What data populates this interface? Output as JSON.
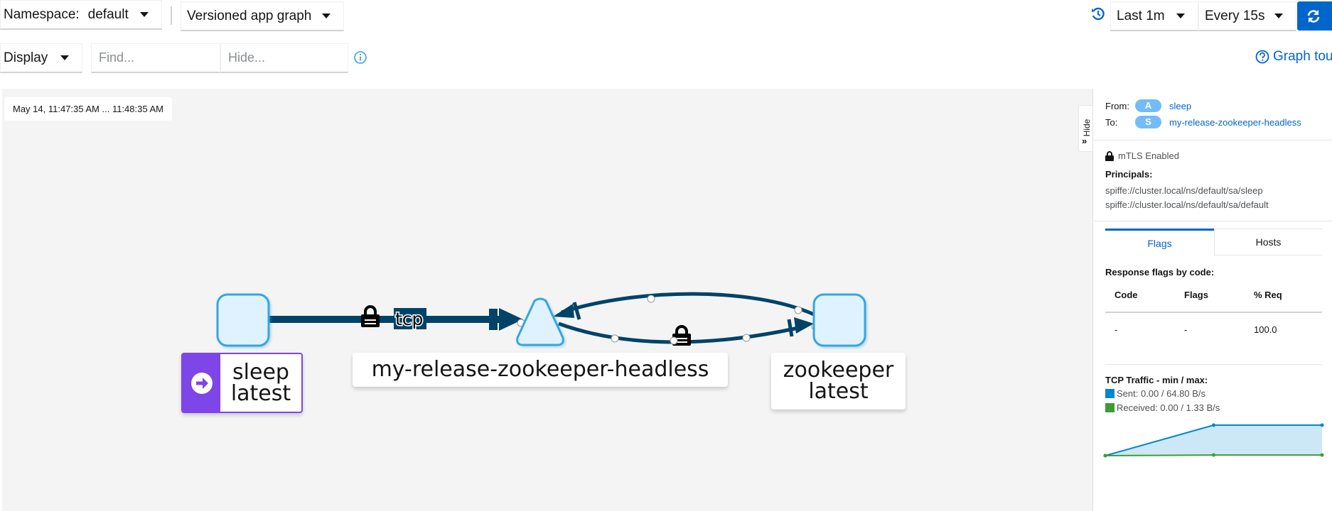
{
  "toolbar": {
    "namespace_label": "Namespace:",
    "namespace_value": "default",
    "graph_type": "Versioned app graph",
    "display_label": "Display",
    "find_placeholder": "Find...",
    "hide_placeholder": "Hide...",
    "duration": "Last 1m",
    "refresh_interval": "Every 15s",
    "graph_tour": "Graph tour"
  },
  "canvas": {
    "timestamp": "May 14, 11:47:35 AM ... 11:48:35 AM",
    "edge_protocol": "tcp",
    "nodes": [
      {
        "id": "sleep",
        "label_line1": "sleep",
        "label_line2": "latest",
        "shape": "square",
        "badge": "app-icon"
      },
      {
        "id": "headless",
        "label_line1": "my-release-zookeeper-headless",
        "shape": "triangle"
      },
      {
        "id": "zookeeper",
        "label_line1": "zookeeper",
        "label_line2": "latest",
        "shape": "square"
      }
    ],
    "colors": {
      "edge": "#004368",
      "node_fill": "#def3ff",
      "node_border": "#39a5dc",
      "app_badge": "#7e45e8"
    }
  },
  "side_panel": {
    "hide_label": "Hide",
    "from_label": "From:",
    "from_badge": "A",
    "from_value": "sleep",
    "to_label": "To:",
    "to_badge": "S",
    "to_value": "my-release-zookeeper-headless",
    "mtls": "mTLS Enabled",
    "principals_label": "Principals:",
    "principals": [
      "spiffe://cluster.local/ns/default/sa/sleep",
      "spiffe://cluster.local/ns/default/sa/default"
    ],
    "tabs": [
      {
        "label": "Flags",
        "active": true
      },
      {
        "label": "Hosts",
        "active": false
      }
    ],
    "flags_title": "Response flags by code:",
    "table": {
      "headers": [
        "Code",
        "Flags",
        "% Req"
      ],
      "rows": [
        [
          "-",
          "-",
          "100.0"
        ]
      ]
    },
    "tcp_title": "TCP Traffic - min / max:",
    "legend": [
      {
        "text": "Sent: 0.00 / 64.80 B/s",
        "color": "#0088ce"
      },
      {
        "text": "Received: 0.00 / 1.33 B/s",
        "color": "#3f9c35"
      }
    ]
  },
  "chart_data": {
    "type": "area",
    "title": "TCP Traffic - min / max:",
    "x": [
      0,
      1,
      2
    ],
    "series": [
      {
        "name": "Sent",
        "unit": "B/s",
        "values": [
          0.0,
          64.8,
          64.8
        ],
        "color": "#0088ce"
      },
      {
        "name": "Received",
        "unit": "B/s",
        "values": [
          0.0,
          1.33,
          1.33
        ],
        "color": "#3f9c35"
      }
    ],
    "ylim": [
      0,
      64.8
    ],
    "grid": false,
    "legend": "top"
  }
}
